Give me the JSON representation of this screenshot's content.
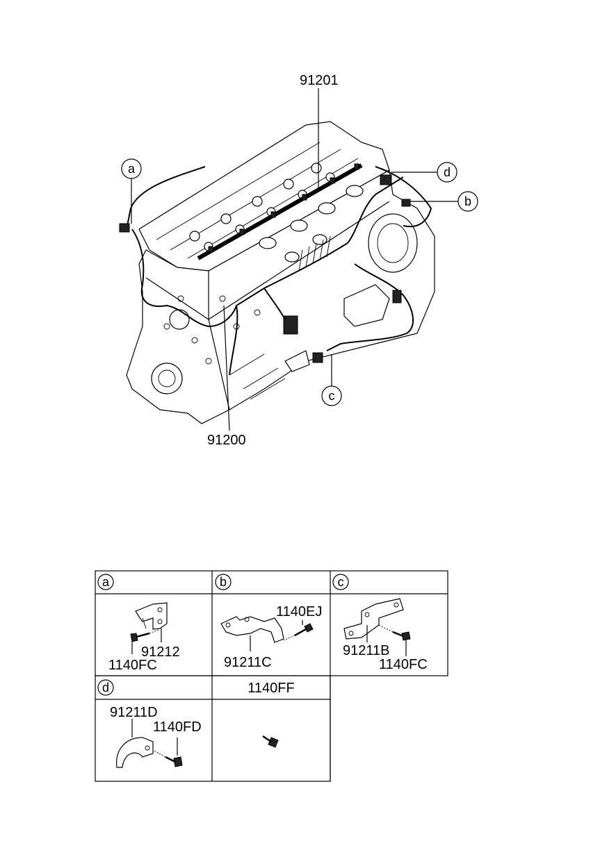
{
  "main_labels": {
    "harness_upper": "91201",
    "harness_main": "91200"
  },
  "callouts": {
    "a": "a",
    "b": "b",
    "c": "c",
    "d": "d"
  },
  "detail_table": {
    "cell_a": {
      "header": "a",
      "bracket": "91212",
      "bolt": "1140FC"
    },
    "cell_b": {
      "header": "b",
      "bracket": "91211C",
      "bolt": "1140EJ"
    },
    "cell_c": {
      "header": "c",
      "bracket": "91211B",
      "bolt": "1140FC"
    },
    "cell_d": {
      "header": "d",
      "bracket": "91211D",
      "bolt": "1140FD"
    },
    "cell_e": {
      "header": "1140FF"
    }
  }
}
